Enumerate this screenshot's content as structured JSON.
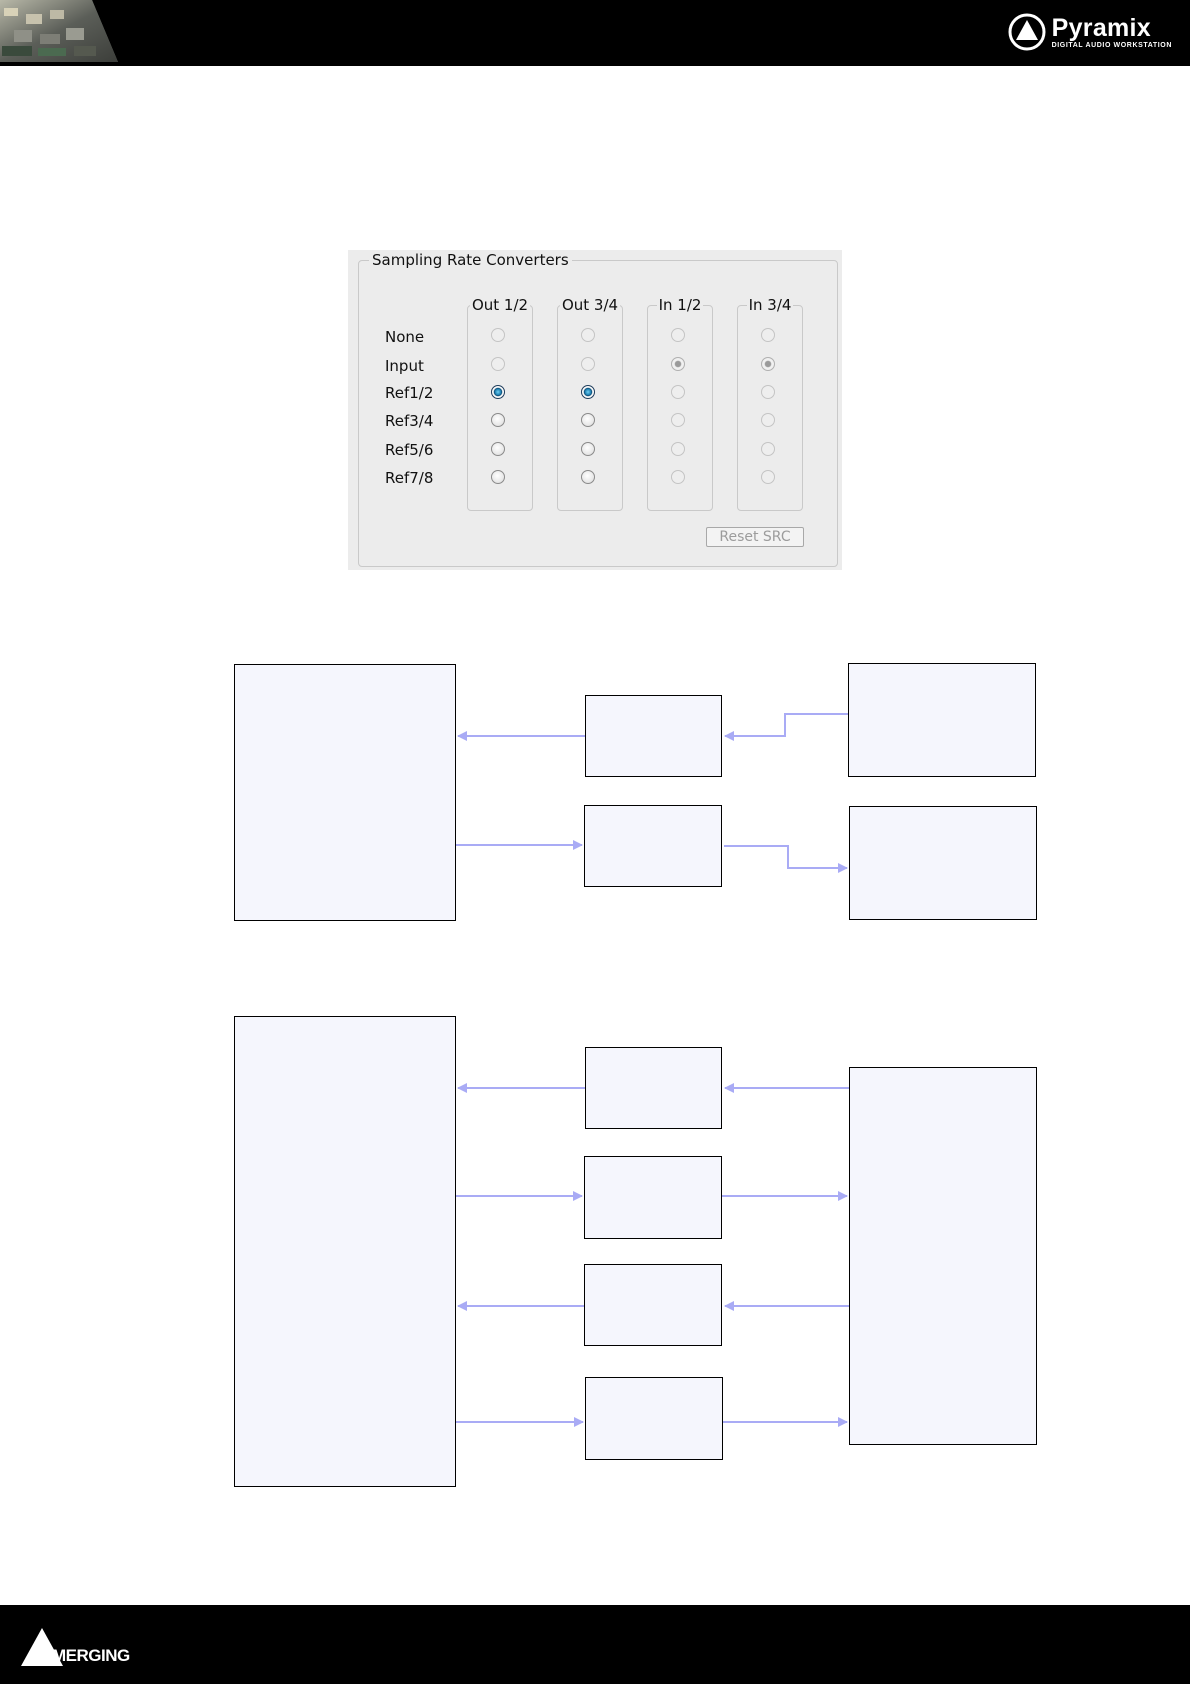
{
  "header": {
    "brand_name": "Pyramix",
    "brand_tagline": "DIGITAL AUDIO WORKSTATION"
  },
  "dialog": {
    "group_title": "Sampling Rate Converters",
    "columns": [
      "Out 1/2",
      "Out 3/4",
      "In 1/2",
      "In 3/4"
    ],
    "rows": [
      "None",
      "Input",
      "Ref1/2",
      "Ref3/4",
      "Ref5/6",
      "Ref7/8"
    ],
    "selected": {
      "Out 1/2": "Ref1/2",
      "Out 3/4": "Ref1/2",
      "In 1/2": "Input",
      "In 3/4": "Input"
    },
    "reset_button_label": "Reset SRC"
  },
  "footer": {
    "brand_name": "MERGING"
  },
  "colors": {
    "arrow": "#a9abf5",
    "box_fill": "#f5f6fd",
    "box_border": "#000000",
    "radio_selected": "#1d7fb0"
  },
  "icons": [
    "pyramix-logo-icon",
    "merging-logo-icon",
    "console-photo"
  ]
}
